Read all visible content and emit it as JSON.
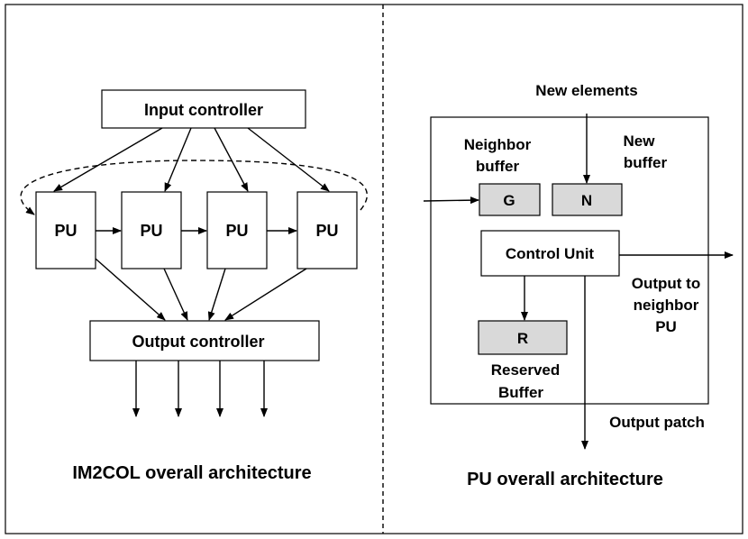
{
  "left": {
    "input_controller": "Input controller",
    "pu_labels": [
      "PU",
      "PU",
      "PU",
      "PU"
    ],
    "output_controller": "Output controller",
    "caption": "IM2COL overall architecture"
  },
  "right": {
    "new_elements": "New elements",
    "neighbor_buffer_line1": "Neighbor",
    "neighbor_buffer_line2": "buffer",
    "new_buffer_line1": "New",
    "new_buffer_line2": "buffer",
    "g_label": "G",
    "n_label": "N",
    "control_unit": "Control Unit",
    "output_neighbor_line1": "Output to",
    "output_neighbor_line2": "neighbor",
    "output_neighbor_line3": "PU",
    "r_label": "R",
    "reserved_line1": "Reserved",
    "reserved_line2": "Buffer",
    "output_patch": "Output patch",
    "caption": "PU overall architecture"
  }
}
